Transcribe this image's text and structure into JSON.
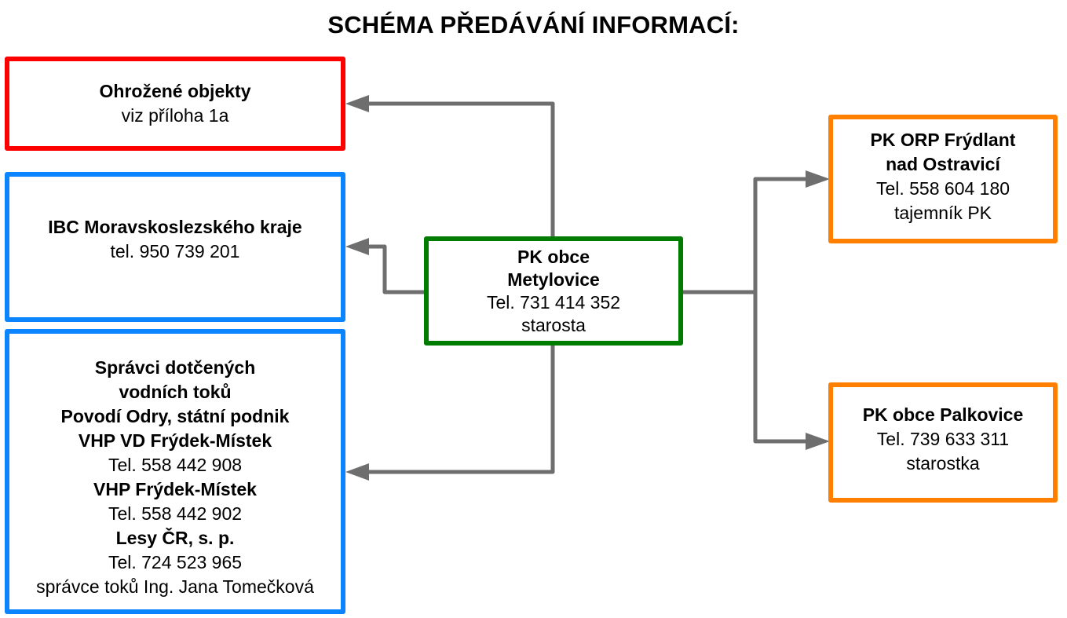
{
  "title": "SCHÉMA PŘEDÁVÁNÍ INFORMACÍ:",
  "colors": {
    "threatened_border": "#ff0000",
    "left_border": "#0a84ff",
    "center_border": "#007c00",
    "right_border": "#ff8000",
    "connector": "#6e6e6e"
  },
  "nodes": {
    "threatened": {
      "lines": [
        {
          "text": "Ohrožené objekty",
          "bold": true
        },
        {
          "text": "viz příloha 1a",
          "bold": false
        }
      ]
    },
    "ibc": {
      "lines": [
        {
          "text": "IBC Moravskoslezského kraje",
          "bold": true
        },
        {
          "text": "tel. 950 739 201",
          "bold": false
        }
      ]
    },
    "water": {
      "lines": [
        {
          "text": "Správci dotčených",
          "bold": true
        },
        {
          "text": "vodních toků",
          "bold": true
        },
        {
          "text": "Povodí Odry, státní podnik",
          "bold": true
        },
        {
          "text": "VHP VD Frýdek-Místek",
          "bold": true
        },
        {
          "text": "Tel. 558 442 908",
          "bold": false
        },
        {
          "text": "VHP Frýdek-Místek",
          "bold": true
        },
        {
          "text": "Tel. 558 442 902",
          "bold": false
        },
        {
          "text": "Lesy ČR, s. p.",
          "bold": true
        },
        {
          "text": "Tel. 724 523 965",
          "bold": false
        },
        {
          "text": "správce toků Ing. Jana Tomečková",
          "bold": false
        }
      ]
    },
    "center": {
      "lines": [
        {
          "text": "PK obce",
          "bold": true
        },
        {
          "text": "Metylovice",
          "bold": true
        },
        {
          "text": "Tel. 731 414 352",
          "bold": false
        },
        {
          "text": "starosta",
          "bold": false
        }
      ]
    },
    "orp": {
      "lines": [
        {
          "text": "PK ORP Frýdlant",
          "bold": true
        },
        {
          "text": "nad Ostravicí",
          "bold": true
        },
        {
          "text": "Tel. 558 604 180",
          "bold": false
        },
        {
          "text": "tajemník PK",
          "bold": false
        }
      ]
    },
    "palkovice": {
      "lines": [
        {
          "text": "PK obce Palkovice",
          "bold": true
        },
        {
          "text": "Tel. 739 633 311",
          "bold": false
        },
        {
          "text": "starostka",
          "bold": false
        }
      ]
    }
  },
  "edges": [
    {
      "from": "center",
      "to": "threatened"
    },
    {
      "from": "center",
      "to": "ibc"
    },
    {
      "from": "center",
      "to": "water"
    },
    {
      "from": "center",
      "to": "orp"
    },
    {
      "from": "center",
      "to": "palkovice"
    }
  ]
}
